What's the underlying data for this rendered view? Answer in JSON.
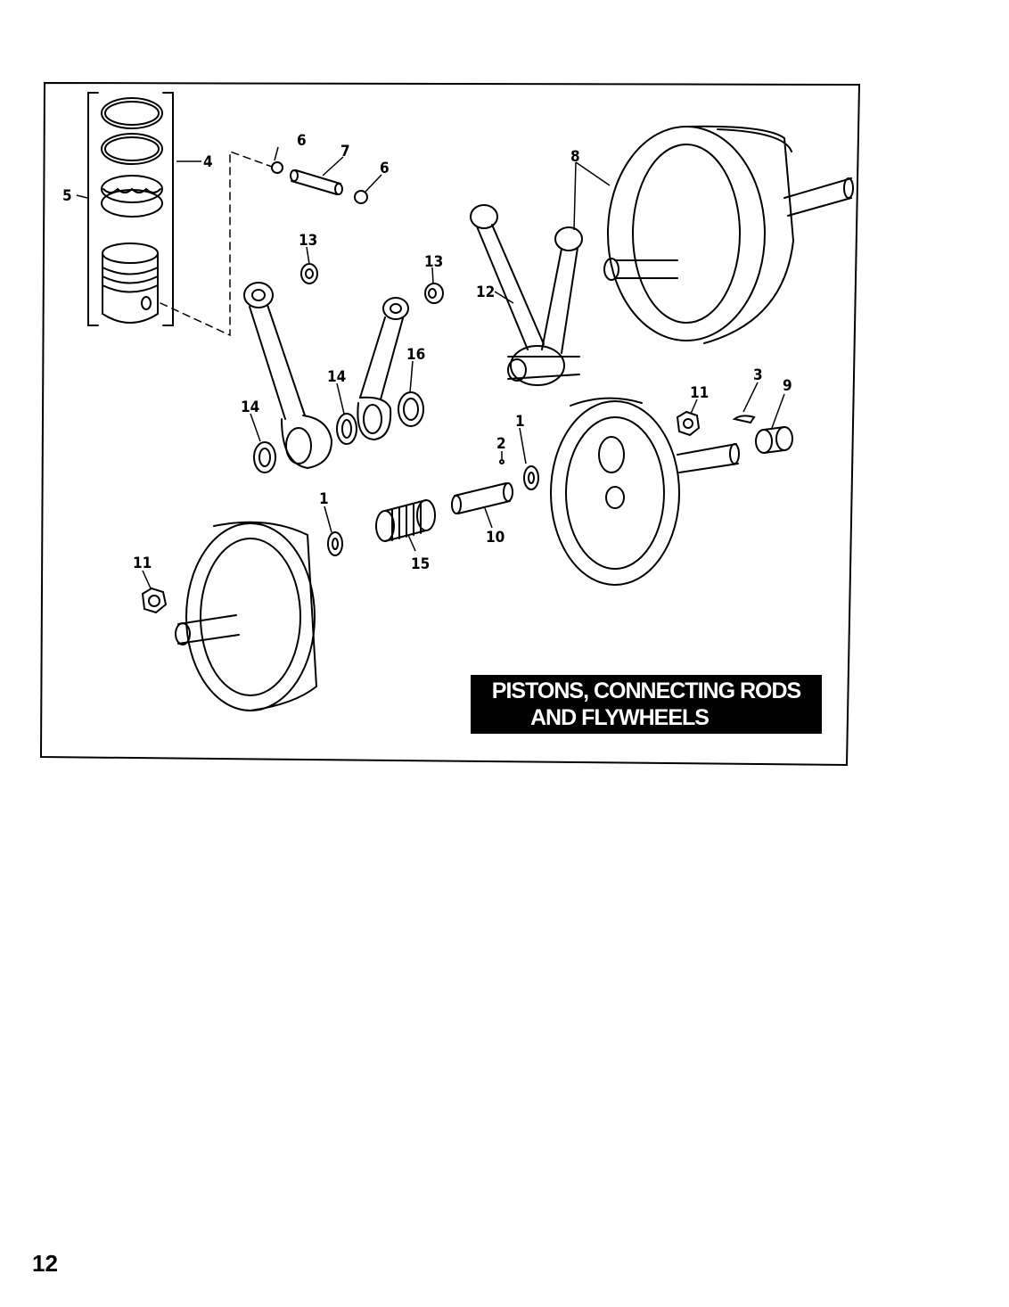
{
  "figure": {
    "title_line1": "PISTONS, CONNECTING RODS",
    "title_line2": "AND FLYWHEELS",
    "callouts": [
      {
        "id": "c4",
        "label": "4"
      },
      {
        "id": "c5",
        "label": "5"
      },
      {
        "id": "c6a",
        "label": "6"
      },
      {
        "id": "c7",
        "label": "7"
      },
      {
        "id": "c6b",
        "label": "6"
      },
      {
        "id": "c8",
        "label": "8"
      },
      {
        "id": "c13a",
        "label": "13"
      },
      {
        "id": "c13b",
        "label": "13"
      },
      {
        "id": "c12",
        "label": "12"
      },
      {
        "id": "c16",
        "label": "16"
      },
      {
        "id": "c14a",
        "label": "14"
      },
      {
        "id": "c14b",
        "label": "14"
      },
      {
        "id": "c3",
        "label": "3"
      },
      {
        "id": "c9",
        "label": "9"
      },
      {
        "id": "c11a",
        "label": "11"
      },
      {
        "id": "c1a",
        "label": "1"
      },
      {
        "id": "c2",
        "label": "2"
      },
      {
        "id": "c1b",
        "label": "1"
      },
      {
        "id": "c10",
        "label": "10"
      },
      {
        "id": "c15",
        "label": "15"
      },
      {
        "id": "c11b",
        "label": "11"
      }
    ]
  },
  "page": {
    "number": "12"
  }
}
